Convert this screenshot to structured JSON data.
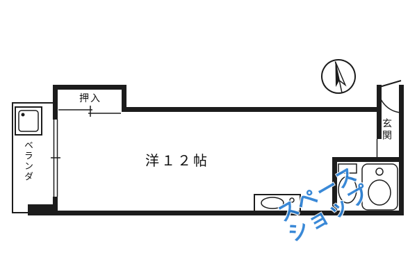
{
  "colors": {
    "line": "#1c1c1c",
    "watermark_blue": "#2a7fd4",
    "background": "#ffffff"
  },
  "floorplan": {
    "room": {
      "label": "洋１２帖"
    },
    "closet": {
      "label": "押入"
    },
    "veranda": {
      "label": "ベランダ"
    },
    "entrance": {
      "label": "玄関"
    }
  },
  "watermark": {
    "line1": "スペース",
    "line2": "ショップ"
  },
  "icons": {
    "compass": "compass-north-icon",
    "toilet": "toilet-icon",
    "washbasin": "washbasin-icon",
    "kitchen_sink": "kitchen-sink-icon",
    "veranda_sink": "slop-sink-icon"
  }
}
